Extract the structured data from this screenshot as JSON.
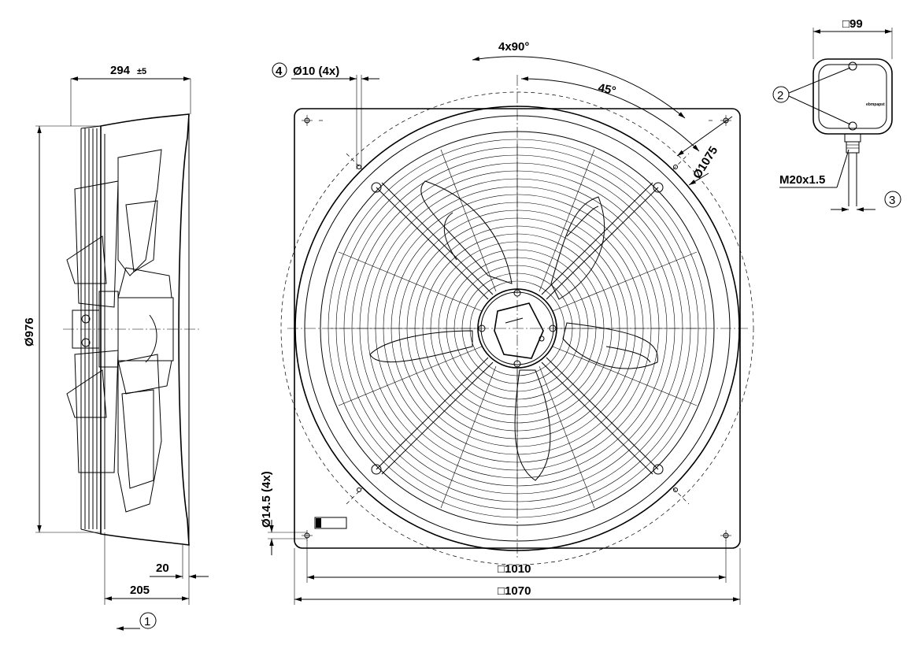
{
  "labels": {
    "depth": "294",
    "depth_tol": "±5",
    "diameter_976": "Ø976",
    "dim_205": "205",
    "dim_20": "20",
    "callout_1": "1",
    "callout_2": "2",
    "callout_3": "3",
    "callout_4": "4",
    "hole_10": "Ø10 (4x)",
    "angle_4x90": "4x90°",
    "angle_45": "45°",
    "diameter_1075": "Ø1075",
    "hole_14_5": "Ø14.5 (4x)",
    "square_1010": "□1010",
    "square_1070": "□1070",
    "box_99": "□99",
    "thread": "M20x1.5",
    "brand_mark": "ebmpapst"
  }
}
